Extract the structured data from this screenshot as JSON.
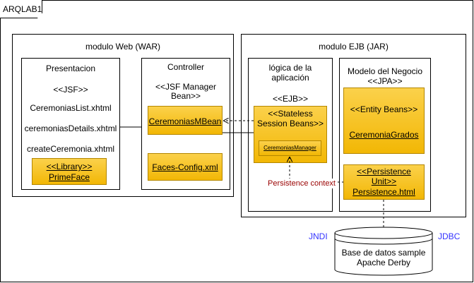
{
  "frame": {
    "title": "ARQLAB1"
  },
  "web": {
    "title": "modulo Web (WAR)",
    "presentacion": {
      "title": "Presentacion",
      "stereotype": "<<JSF>>",
      "files": [
        "CeremoniasList.xhtml",
        "ceremoniasDetails.xhtml",
        "createCeremonia.xhtml"
      ],
      "library_line1": "<<Library>>",
      "library_line2": "PrimeFace"
    },
    "controller": {
      "title": "Controller",
      "stereotype_line1": "<<JSF Manager",
      "stereotype_line2": "Bean>>",
      "bean": "CeremoniasMBean",
      "config": "Faces-Config.xml"
    }
  },
  "ejb": {
    "title": "modulo EJB (JAR)",
    "logica": {
      "title_line1": "lógica de la",
      "title_line2": "aplicación",
      "stereotype": "<<EJB>>",
      "session_line1": "<<Stateless",
      "session_line2": "Session Beans>>",
      "manager": "CeremoniasManager"
    },
    "negocio": {
      "title": "Modelo del Negocio",
      "stereotype": "<<JPA>>",
      "entity_label": "<<Entity Beans>>",
      "entity": "CeremoniaGrados",
      "pu_line1": "<<Persistence",
      "pu_line2": "Unit>>",
      "pu_file": "Persistence.html"
    }
  },
  "labels": {
    "persistence_context": "Persistence context",
    "jndi": "JNDI",
    "jdbc": "JDBC"
  },
  "database": {
    "line1": "Base de datos sample",
    "line2": "Apache Derby"
  },
  "colors": {
    "accent_fill": "#f5c518",
    "persistence_text": "#990000",
    "link_text": "#3333ff"
  }
}
